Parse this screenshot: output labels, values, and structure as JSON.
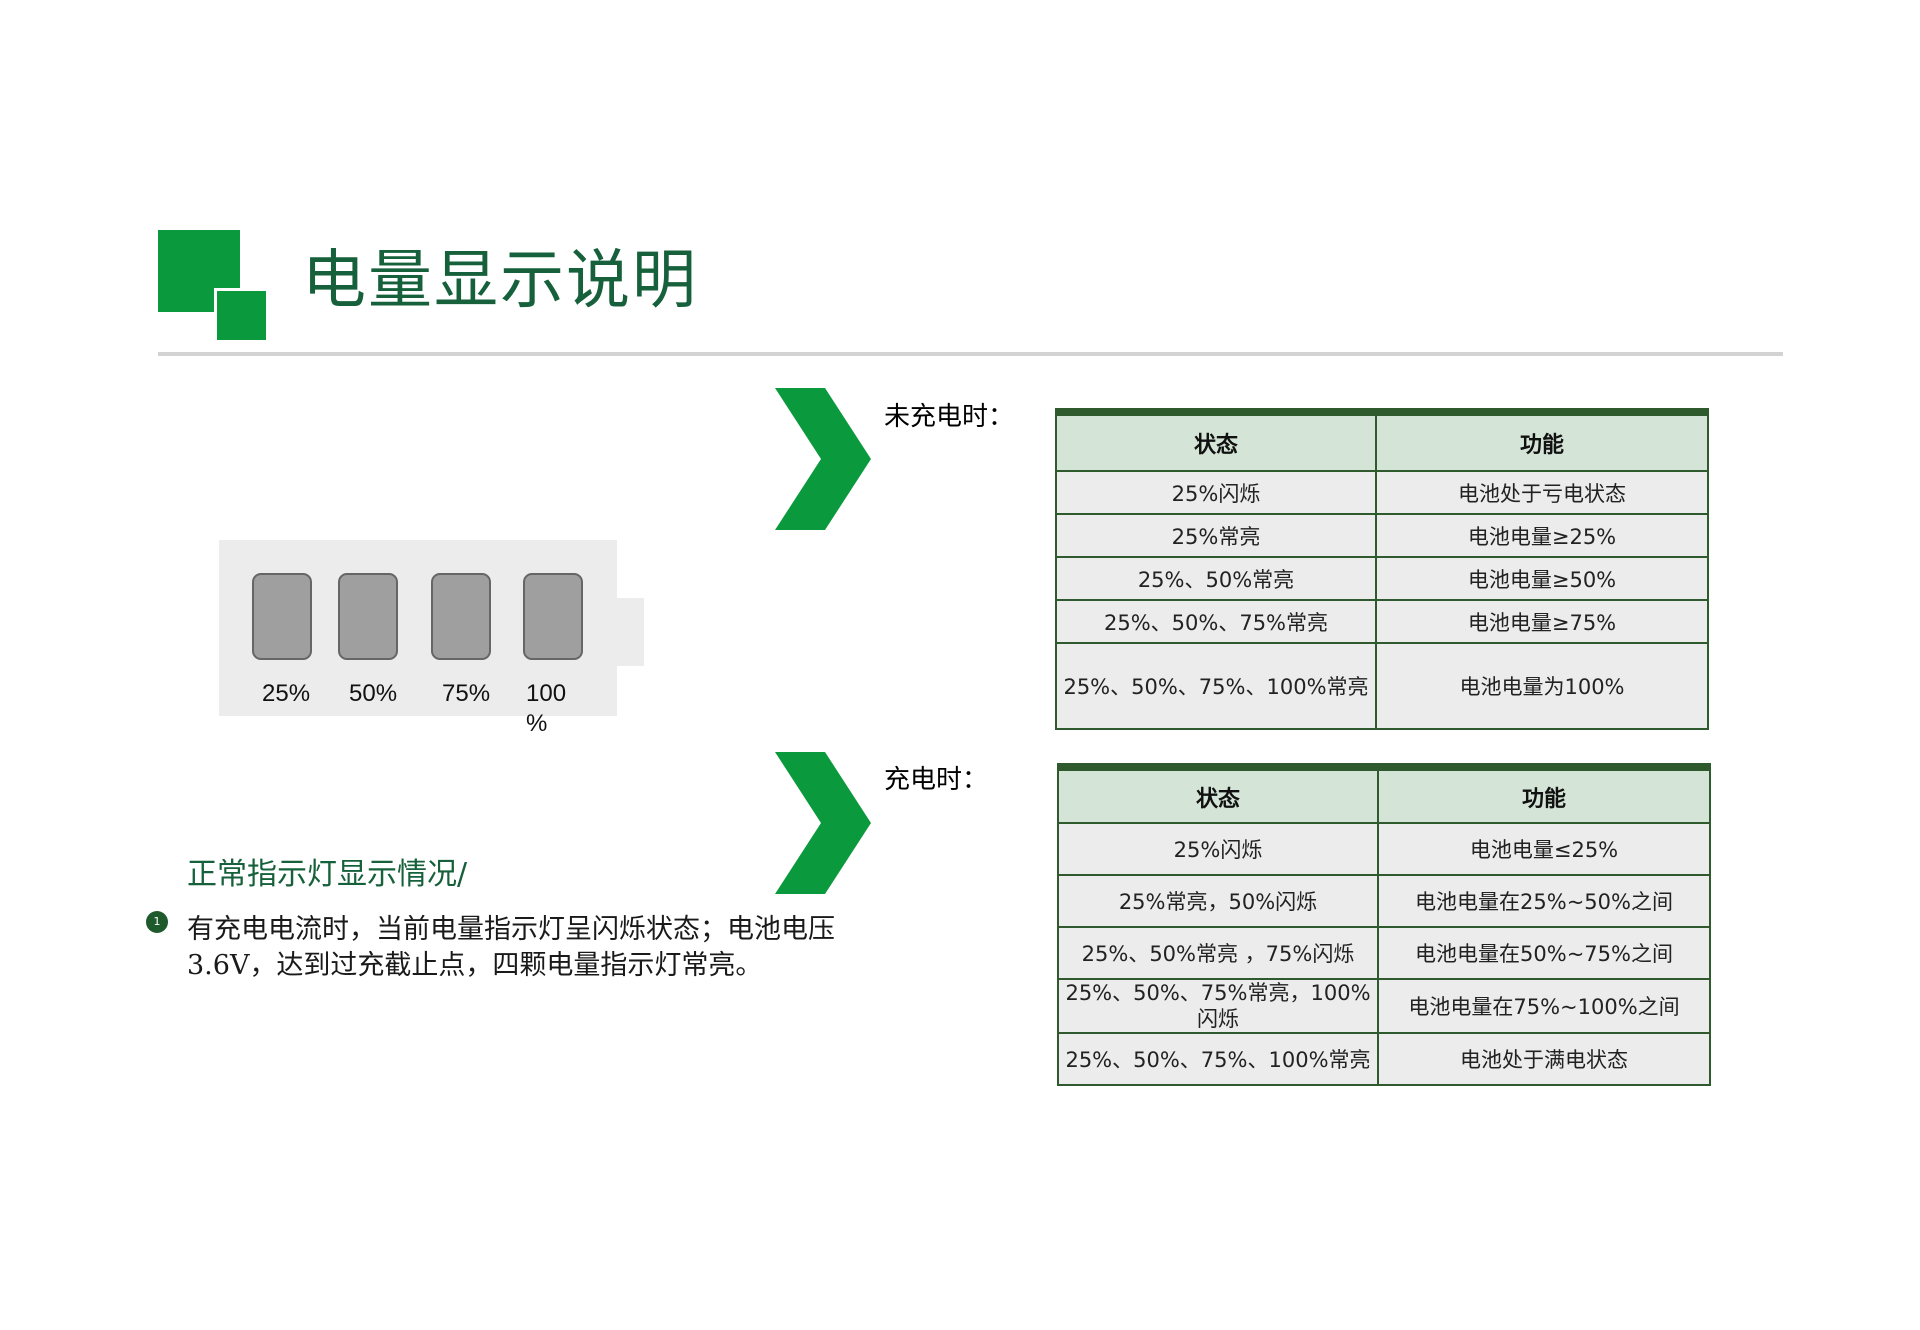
{
  "header": {
    "title": "电量显示说明"
  },
  "battery": {
    "cells": [
      "25%",
      "50%",
      "75%",
      "100\n%"
    ]
  },
  "left_text": {
    "heading": "正常指示灯显示情况/",
    "bullet_number": "1",
    "bullet_text": "有充电电流时，当前电量指示灯呈闪烁状态；电池电压3.6V，达到过充截止点，四颗电量指示灯常亮。"
  },
  "not_charging": {
    "label": "未充电时：",
    "headers": [
      "状态",
      "功能"
    ],
    "rows": [
      [
        "25%闪烁",
        "电池处于亏电状态"
      ],
      [
        "25%常亮",
        "电池电量≥25%"
      ],
      [
        "25%、50%常亮",
        "电池电量≥50%"
      ],
      [
        "25%、50%、75%常亮",
        "电池电量≥75%"
      ],
      [
        "25%、50%、75%、100%常亮",
        "电池电量为100%"
      ]
    ]
  },
  "charging": {
    "label": "充电时：",
    "headers": [
      "状态",
      "功能"
    ],
    "rows": [
      [
        "25%闪烁",
        "电池电量≤25%"
      ],
      [
        "25%常亮，50%闪烁",
        "电池电量在25%~50%之间"
      ],
      [
        "25%、50%常亮 ，75%闪烁",
        "电池电量在50%~75%之间"
      ],
      [
        "25%、50%、75%常亮，100%闪烁",
        "电池电量在75%~100%之间"
      ],
      [
        "25%、50%、75%、100%常亮",
        "电池处于满电状态"
      ]
    ]
  },
  "colors": {
    "brand_green": "#0a9a3d",
    "title_green": "#16613b",
    "table_border": "#2e5a2e",
    "table_header_bg": "#d4e5d8"
  }
}
